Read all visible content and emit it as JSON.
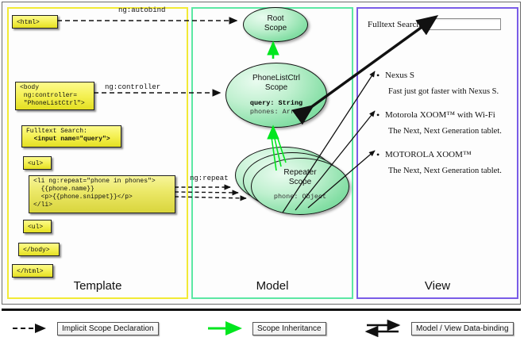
{
  "columns": [
    {
      "key": "template",
      "label": "Template",
      "border_color": "#f2ea35"
    },
    {
      "key": "model",
      "label": "Model",
      "border_color": "#5ce8a4"
    },
    {
      "key": "view",
      "label": "View",
      "border_color": "#7a5ce8"
    }
  ],
  "template": {
    "boxes": [
      {
        "name": "html-open-tag",
        "text": "<html>"
      },
      {
        "name": "body-open-tag",
        "line1": "<body",
        "line2": " ng:controller=",
        "line3": " \"PhoneListCtrl\">"
      },
      {
        "name": "fulltext-search-snippet",
        "line1": "Fulltext Search:",
        "line2": "  <input name=\"query\">"
      },
      {
        "name": "ul-open-tag",
        "text": "<ul>"
      },
      {
        "name": "li-repeat-snippet",
        "line1": "<li ng:repeat=\"phone in phones\">",
        "line2": "  {{phone.name}}",
        "line3": "  <p>{{phone.snippet}}</p>",
        "line4": "</li>"
      },
      {
        "name": "ul-close-tag",
        "text": "<ul>"
      },
      {
        "name": "body-close-tag",
        "text": "</body>"
      },
      {
        "name": "html-close-tag",
        "text": "</html>"
      }
    ]
  },
  "connector_labels": {
    "autobind": "ng:autobind",
    "controller": "ng:controller",
    "repeat": "ng:repeat"
  },
  "model": {
    "scopes": [
      {
        "name": "root-scope",
        "title_line1": "Root",
        "title_line2": "Scope",
        "props": []
      },
      {
        "name": "phonelistctrl-scope",
        "title_line1": "PhoneListCtrl",
        "title_line2": "Scope",
        "props": [
          {
            "text": "query: String",
            "bold": true
          },
          {
            "text": "phones: Array",
            "bold": false
          }
        ]
      },
      {
        "name": "repeater-scope",
        "title_line1": "Repeater",
        "title_line2": "Scope",
        "props": [
          {
            "text": "phone: Object",
            "bold": false
          }
        ],
        "stacked": 3
      }
    ]
  },
  "view": {
    "search": {
      "label": "Fulltext Search:",
      "value": "",
      "placeholder": ""
    },
    "phones": [
      {
        "name": "Nexus S",
        "snippet": "Fast just got faster with Nexus S."
      },
      {
        "name": "Motorola XOOM™  with Wi-Fi",
        "snippet": "The Next, Next Generation tablet."
      },
      {
        "name": "MOTOROLA XOOM™",
        "snippet": "The Next, Next Generation tablet."
      }
    ]
  },
  "legend": [
    {
      "name": "implicit-scope-declaration",
      "label": "Implicit Scope Declaration",
      "style": "dashed-arrow",
      "color": "#111111"
    },
    {
      "name": "scope-inheritance",
      "label": "Scope Inheritance",
      "style": "green-arrow",
      "color": "#00e61e"
    },
    {
      "name": "model-view-data-binding",
      "label": "Model / View Data-binding",
      "style": "double-arrow",
      "color": "#111111"
    }
  ]
}
